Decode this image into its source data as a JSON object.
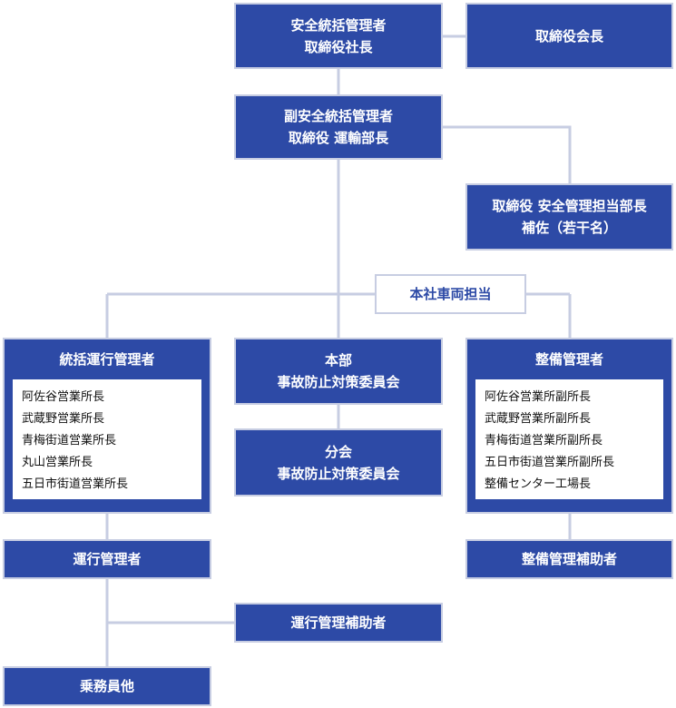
{
  "org_chart": {
    "safety_manager": [
      "安全統括管理者",
      "取締役社長"
    ],
    "chairman": [
      "取締役会長"
    ],
    "deputy_safety_manager": [
      "副安全統括管理者",
      "取締役 運輸部長"
    ],
    "safety_assistant": [
      "取締役 安全管理担当部長",
      "補佐（若干名）"
    ],
    "vehicle_hq": [
      "本社車両担当"
    ],
    "operations_manager": {
      "title": "統括運行管理者",
      "members": [
        "阿佐谷営業所長",
        "武蔵野営業所長",
        "青梅街道営業所長",
        "丸山営業所長",
        "五日市街道営業所長"
      ]
    },
    "hq_accident_committee": [
      "本部",
      "事故防止対策委員会"
    ],
    "branch_accident_committee": [
      "分会",
      "事故防止対策委員会"
    ],
    "maintenance_manager": {
      "title": "整備管理者",
      "members": [
        "阿佐谷営業所副所長",
        "武蔵野営業所副所長",
        "青梅街道営業所副所長",
        "五日市街道営業所副所長",
        "整備センター工場長"
      ]
    },
    "operation_manager": [
      "運行管理者"
    ],
    "maintenance_assistant": [
      "整備管理補助者"
    ],
    "operation_assistant": [
      "運行管理補助者"
    ],
    "crew": [
      "乗務員他"
    ]
  }
}
